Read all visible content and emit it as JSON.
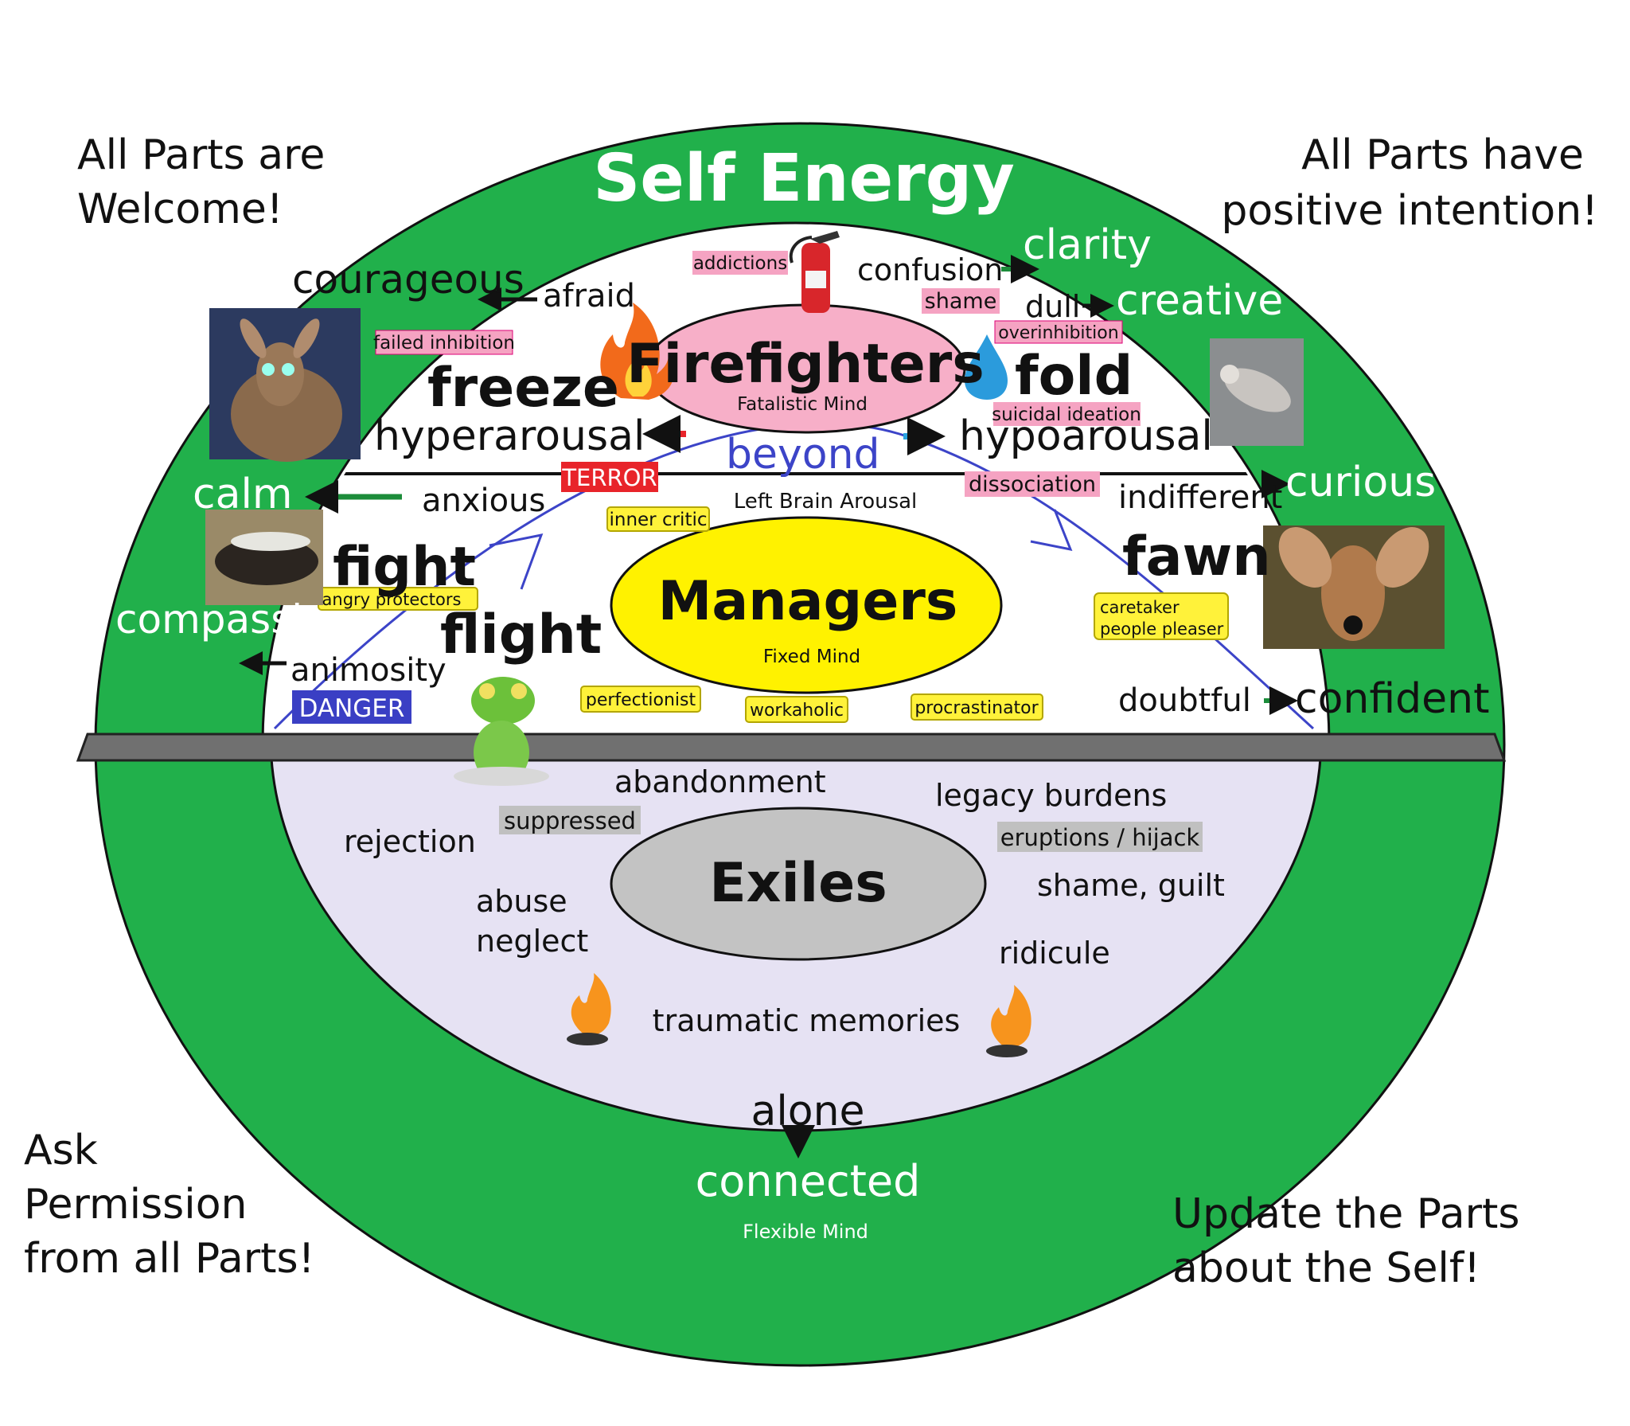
{
  "corners": {
    "top_left": [
      "All Parts are",
      "Welcome!"
    ],
    "top_right": [
      "All Parts have",
      "positive intention!"
    ],
    "bottom_left": [
      "Ask",
      "Permission",
      "from all Parts!"
    ],
    "bottom_right": [
      "Update the Parts",
      "about the Self!"
    ]
  },
  "ring": {
    "title": "Self Energy",
    "qualities": {
      "courageous": "courageous",
      "calm": "calm",
      "compassion": "compassion",
      "clarity": "clarity",
      "creative": "creative",
      "curious": "curious",
      "confident": "confident",
      "connected": "connected"
    },
    "footer": "Flexible Mind"
  },
  "firefighters": {
    "title": "Firefighters",
    "subtitle": "Fatalistic Mind",
    "freeze": "freeze",
    "fold": "fold",
    "hyperarousal": "hyperarousal",
    "hypoarousal": "hypoarousal",
    "afraid": "afraid",
    "confusion": "confusion",
    "dull": "dull",
    "beyond": "beyond",
    "tags": {
      "addictions": "addictions",
      "shame": "shame",
      "failed_inhibition": "failed inhibition",
      "overinhibition": "overinhibition",
      "suicidal_ideation": "suicidal ideation",
      "terror": "TERROR",
      "dissociation": "dissociation"
    }
  },
  "managers": {
    "title": "Managers",
    "subtitle": "Fixed Mind",
    "left_brain": "Left Brain Arousal",
    "fight": "fight",
    "flight": "flight",
    "fawn": "fawn",
    "anxious": "anxious",
    "animosity": "animosity",
    "indifferent": "indifferent",
    "doubtful": "doubtful",
    "tags": {
      "inner_critic": "inner critic",
      "angry_protectors": "angry protectors",
      "caretaker": "caretaker",
      "people_pleaser": "people pleaser",
      "perfectionist": "perfectionist",
      "workaholic": "workaholic",
      "procrastinator": "procrastinator",
      "danger": "DANGER"
    }
  },
  "exiles": {
    "title": "Exiles",
    "abandonment": "abandonment",
    "legacy_burdens": "legacy burdens",
    "rejection": "rejection",
    "abuse": "abuse",
    "neglect": "neglect",
    "shame_guilt": "shame, guilt",
    "ridicule": "ridicule",
    "traumatic_memories": "traumatic memories",
    "alone": "alone",
    "tags": {
      "suppressed": "suppressed",
      "eruptions": "eruptions / hijack"
    }
  },
  "colors": {
    "ring_green": "#21b04b",
    "firefighters_pink": "#f7afc8",
    "managers_yellow": "#fff200",
    "exiles_gray": "#c3c3c3",
    "exiles_bg": "#e6e2f3",
    "tag_pink": "#f5a3c2",
    "tag_yellow": "#fff23a",
    "tag_gray": "#c0c0c0",
    "terror_red": "#e8242a",
    "danger_blue": "#3a3fc4",
    "curve_blue": "#3c44c8"
  }
}
